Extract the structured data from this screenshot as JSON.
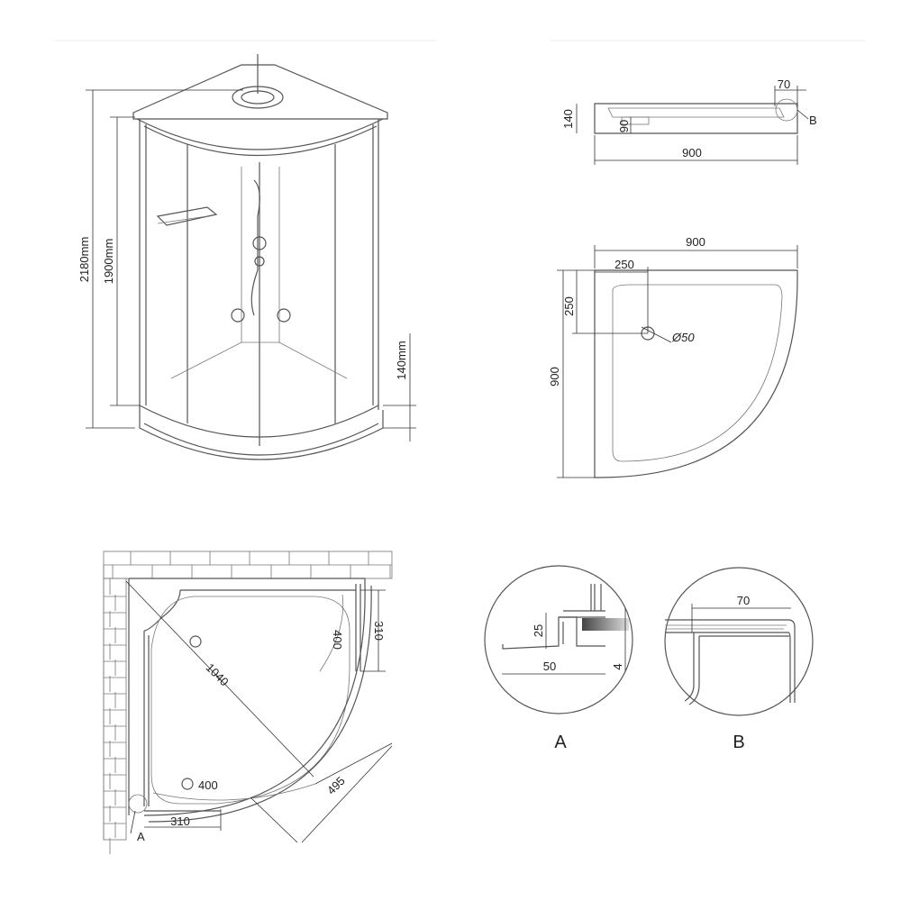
{
  "cabin": {
    "total_height": "2180mm",
    "glass_height": "1900mm",
    "tray_height": "140mm"
  },
  "side_view": {
    "rim_width": "70",
    "height": "140",
    "inner_depth": "90",
    "detail_label": "B",
    "length": "900"
  },
  "tray_plan": {
    "width": "900",
    "drain_offset_x": "250",
    "drain_offset_y": "250",
    "drain_diameter": "Ø50",
    "depth": "900"
  },
  "floor_plan": {
    "diagonal": "1040",
    "door_arc_right": "400",
    "side_panel_right": "310",
    "door_arc_bottom": "400",
    "side_panel_bottom": "310",
    "radius_offset": "495",
    "detail_label": "A"
  },
  "detail_a": {
    "height": "25",
    "width": "50",
    "thickness": "4",
    "label": "A"
  },
  "detail_b": {
    "width": "70",
    "label": "B"
  }
}
